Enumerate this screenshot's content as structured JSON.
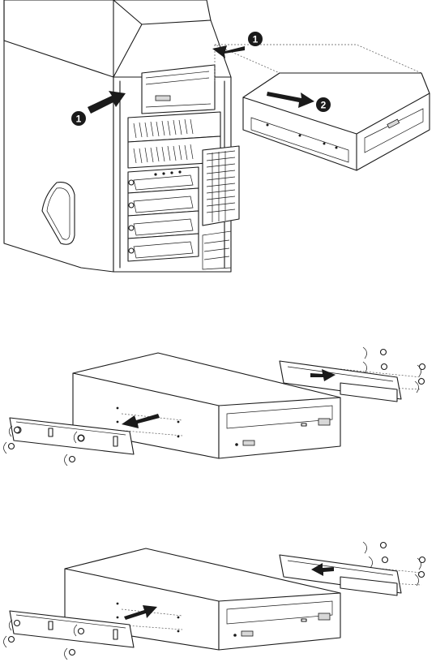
{
  "callouts": {
    "step1_left": "1",
    "step1_top": "1",
    "step2": "2"
  }
}
